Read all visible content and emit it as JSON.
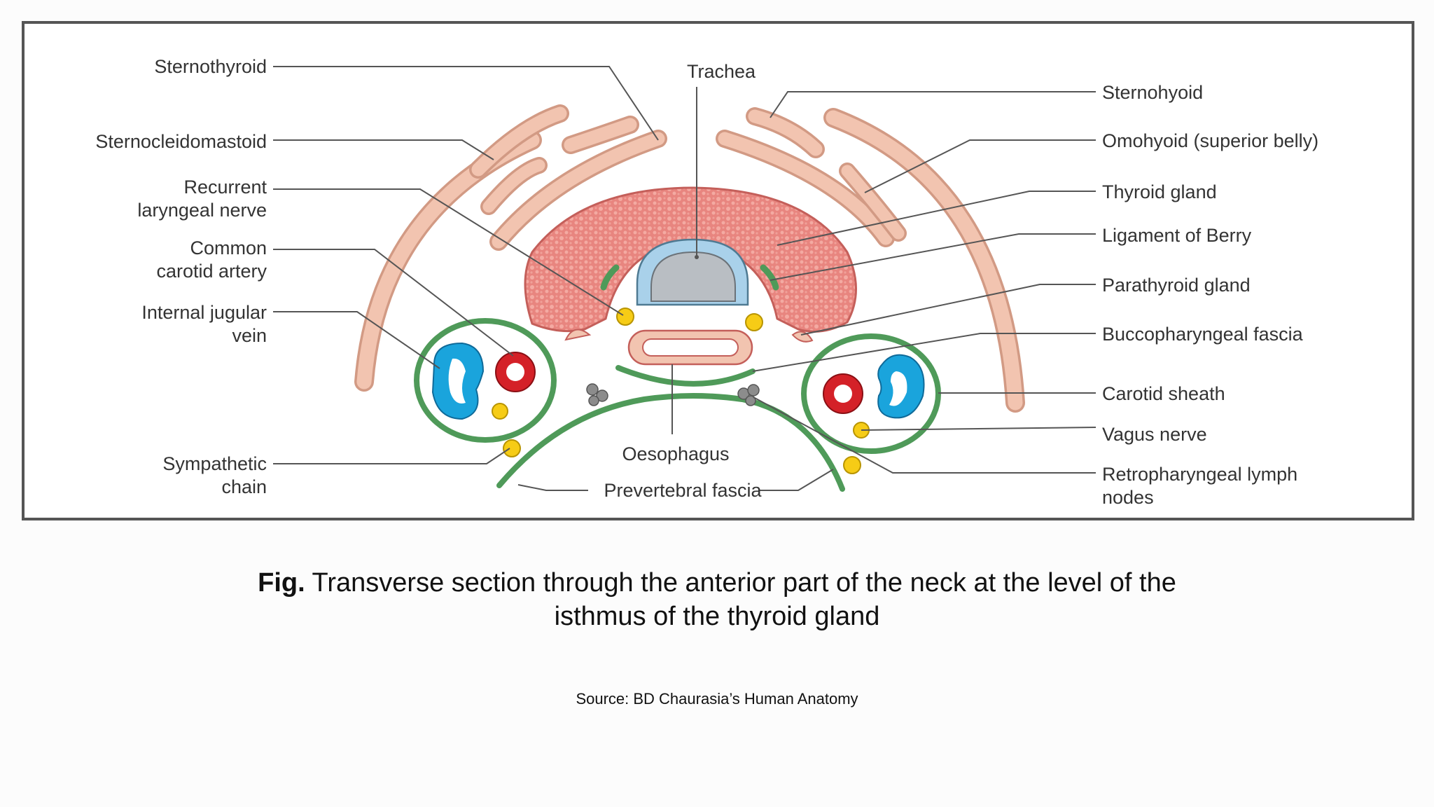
{
  "colors": {
    "muscle": "#f2c4b0",
    "muscle_edge": "#d29a84",
    "thyroid": "#e7857f",
    "thyroid_edge": "#c45f5a",
    "trachea_fill": "#b9bec3",
    "trachea_ring": "#a9d1ea",
    "fascia": "#4f9a59",
    "vein": "#1aa4dc",
    "artery": "#d42128",
    "nerve": "#f6cc16",
    "lymph": "#8c8c8c",
    "leader": "#555555"
  },
  "labels": {
    "sternothyroid": "Sternothyroid",
    "sternocleidomastoid": "Sternocleidomastoid",
    "recurrent_laryngeal_1": "Recurrent",
    "recurrent_laryngeal_2": "laryngeal nerve",
    "common_carotid_1": "Common",
    "common_carotid_2": "carotid artery",
    "internal_jugular_1": "Internal jugular",
    "internal_jugular_2": "vein",
    "sympathetic_1": "Sympathetic",
    "sympathetic_2": "chain",
    "trachea": "Trachea",
    "oesophagus": "Oesophagus",
    "prevertebral_fascia": "Prevertebral fascia",
    "sternohyoid": "Sternohyoid",
    "omohyoid": "Omohyoid (superior belly)",
    "thyroid_gland": "Thyroid gland",
    "ligament_of_berry": "Ligament of Berry",
    "parathyroid_gland": "Parathyroid gland",
    "buccopharyngeal_fascia": "Buccopharyngeal fascia",
    "carotid_sheath": "Carotid sheath",
    "vagus_nerve": "Vagus nerve",
    "retropharyngeal_1": "Retropharyngeal lymph",
    "retropharyngeal_2": "nodes"
  },
  "caption": {
    "prefix": "Fig.",
    "text_line1": " Transverse section through the anterior part of the neck at the level of the",
    "text_line2": "isthmus of the thyroid gland"
  },
  "source": "Source: BD Chaurasia’s Human Anatomy"
}
